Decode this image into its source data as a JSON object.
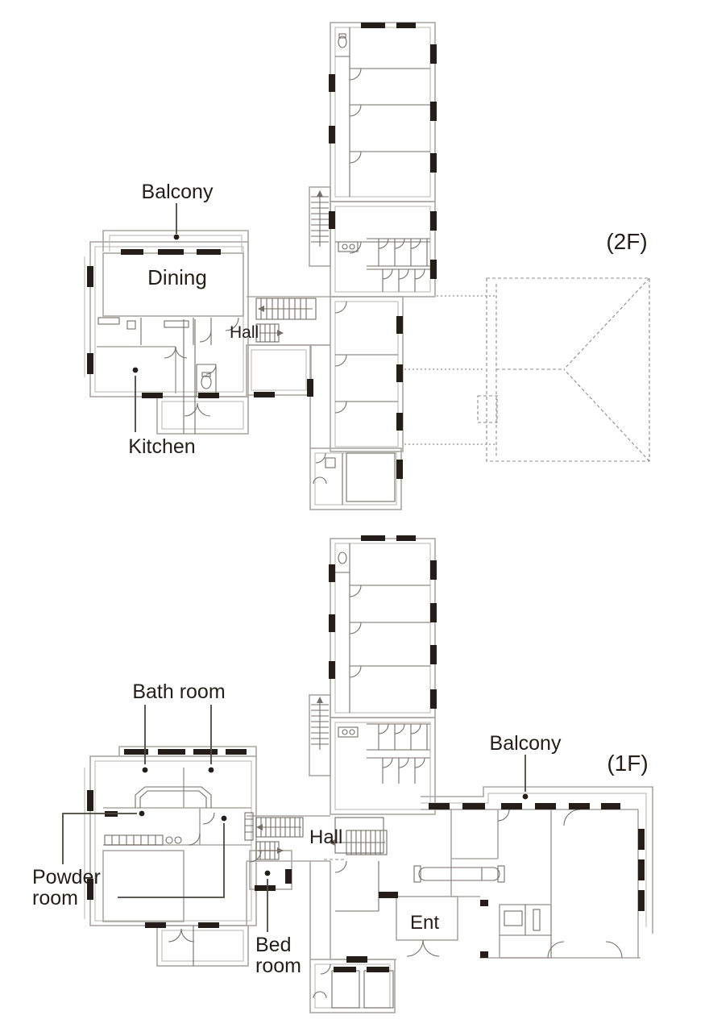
{
  "figure": {
    "type": "architectural-floor-plans",
    "floors": [
      "2F",
      "1F"
    ]
  },
  "colors": {
    "background": "#ffffff",
    "wall": "#aba7a4",
    "detail": "#746e6a",
    "window_fill": "#241d1a",
    "roof_dashed": "#908c89",
    "connector_dotted": "#b3b3b0",
    "leader": "#4c4641",
    "text": "#241d1a"
  },
  "floor_2f": {
    "tag": "(2F)",
    "labels": {
      "balcony": "Balcony",
      "dining": "Dining",
      "hall": "Hall",
      "kitchen": "Kitchen"
    }
  },
  "floor_1f": {
    "tag": "(1F)",
    "labels": {
      "bath_room": "Bath room",
      "powder_room_line1": "Powder",
      "powder_room_line2": "room",
      "bed_room_line1": "Bed",
      "bed_room_line2": "room",
      "hall": "Hall",
      "ent": "Ent",
      "balcony": "Balcony"
    }
  }
}
